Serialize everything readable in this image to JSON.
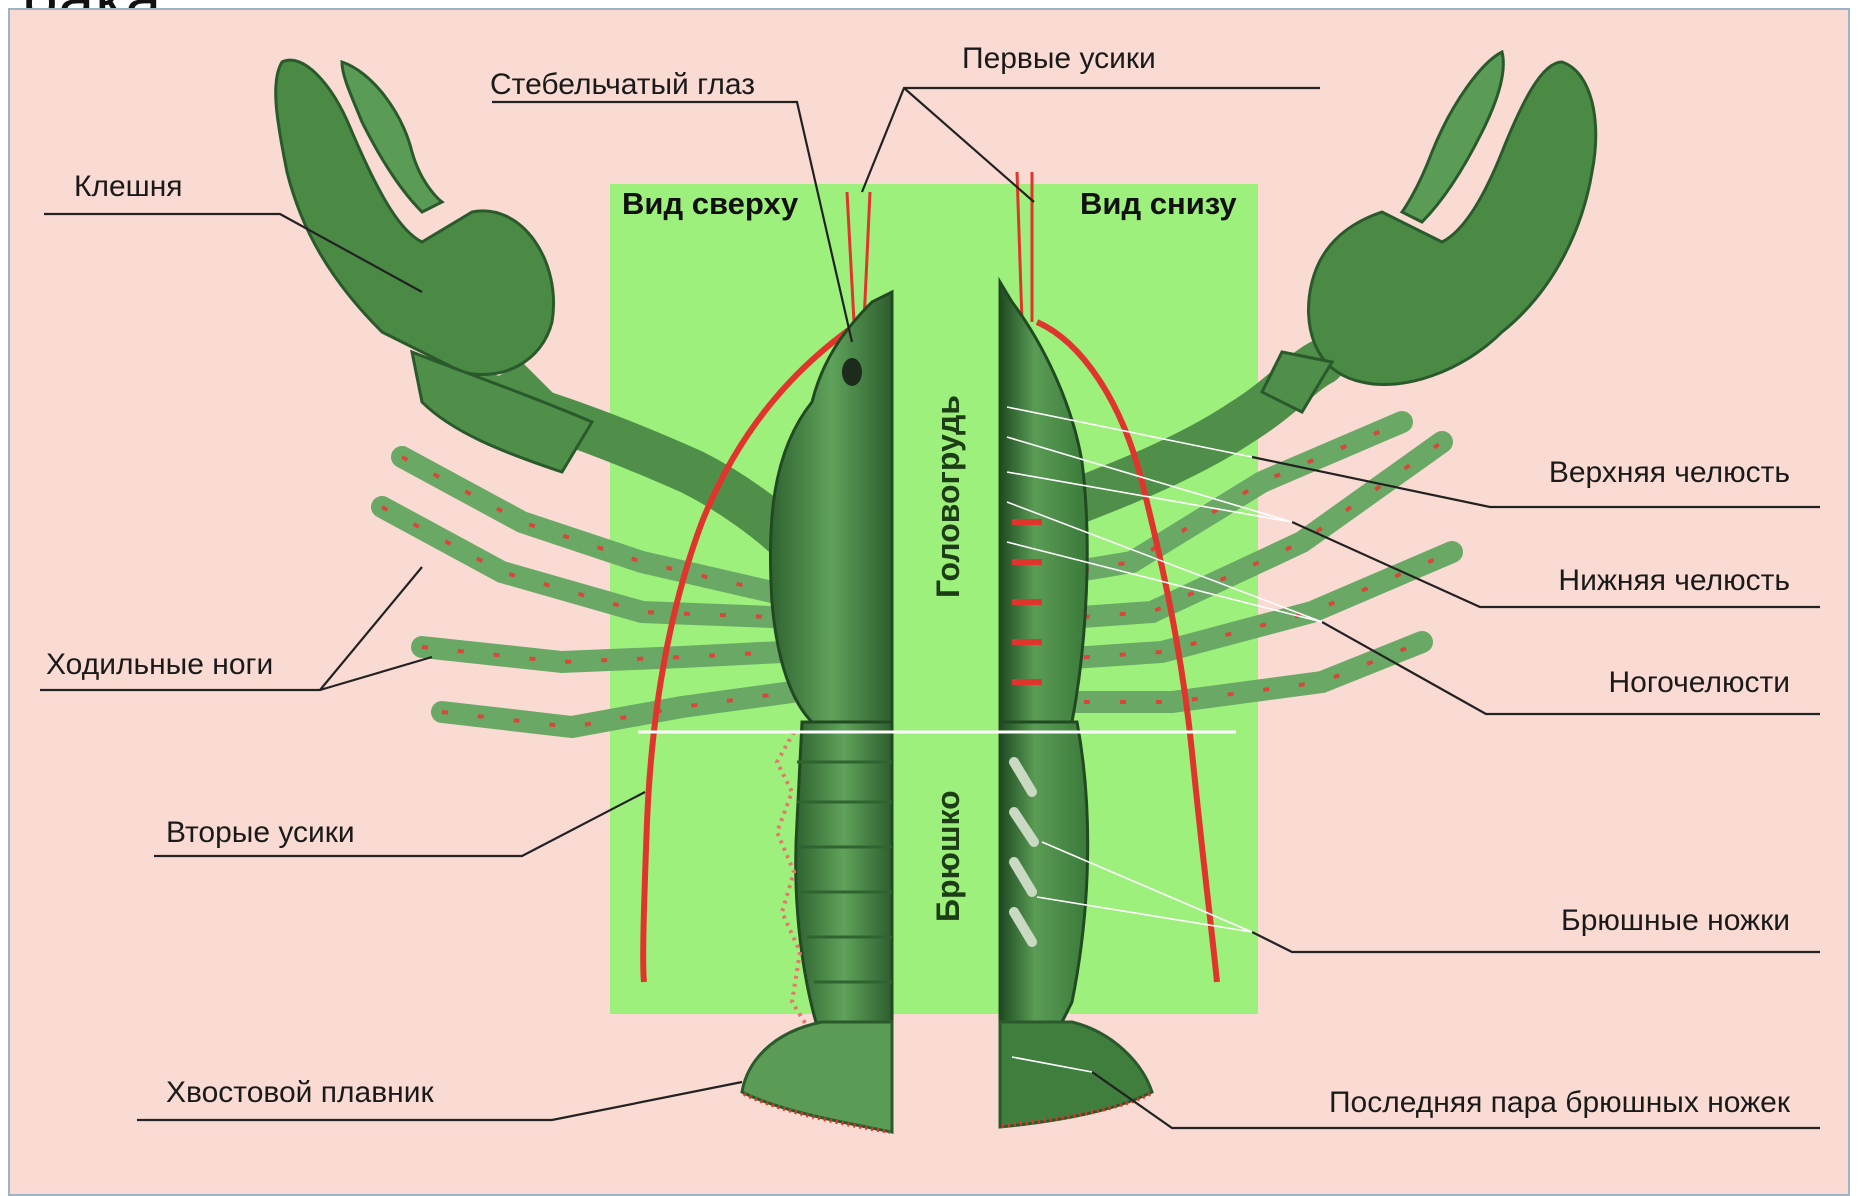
{
  "header": {
    "cut_title": "рака"
  },
  "views": {
    "top": "Вид сверху",
    "bottom": "Вид снизу"
  },
  "body_sections": {
    "cephalothorax": "Головогрудь",
    "abdomen": "Брюшко"
  },
  "labels": {
    "claw": "Клешня",
    "stalked_eye": "Стебельчатый глаз",
    "first_antennae": "Первые усики",
    "walking_legs": "Ходильные ноги",
    "second_antennae": "Вторые усики",
    "tail_fin": "Хвостовой плавник",
    "upper_jaw": "Верхняя челюсть",
    "lower_jaw": "Нижняя челюсть",
    "maxillipeds": "Ногочелюсти",
    "swimmerets": "Брюшные ножки",
    "last_swimmerets": "Последняя пара брюшных ножек"
  },
  "colors": {
    "background": "#f9dbd3",
    "panel": "#9ef07c",
    "body_green": "#4f8f4a",
    "body_dark": "#2d5e2e",
    "accent_red": "#e0352c",
    "leader_line": "#222222",
    "leader_line_white": "#ffffff"
  }
}
